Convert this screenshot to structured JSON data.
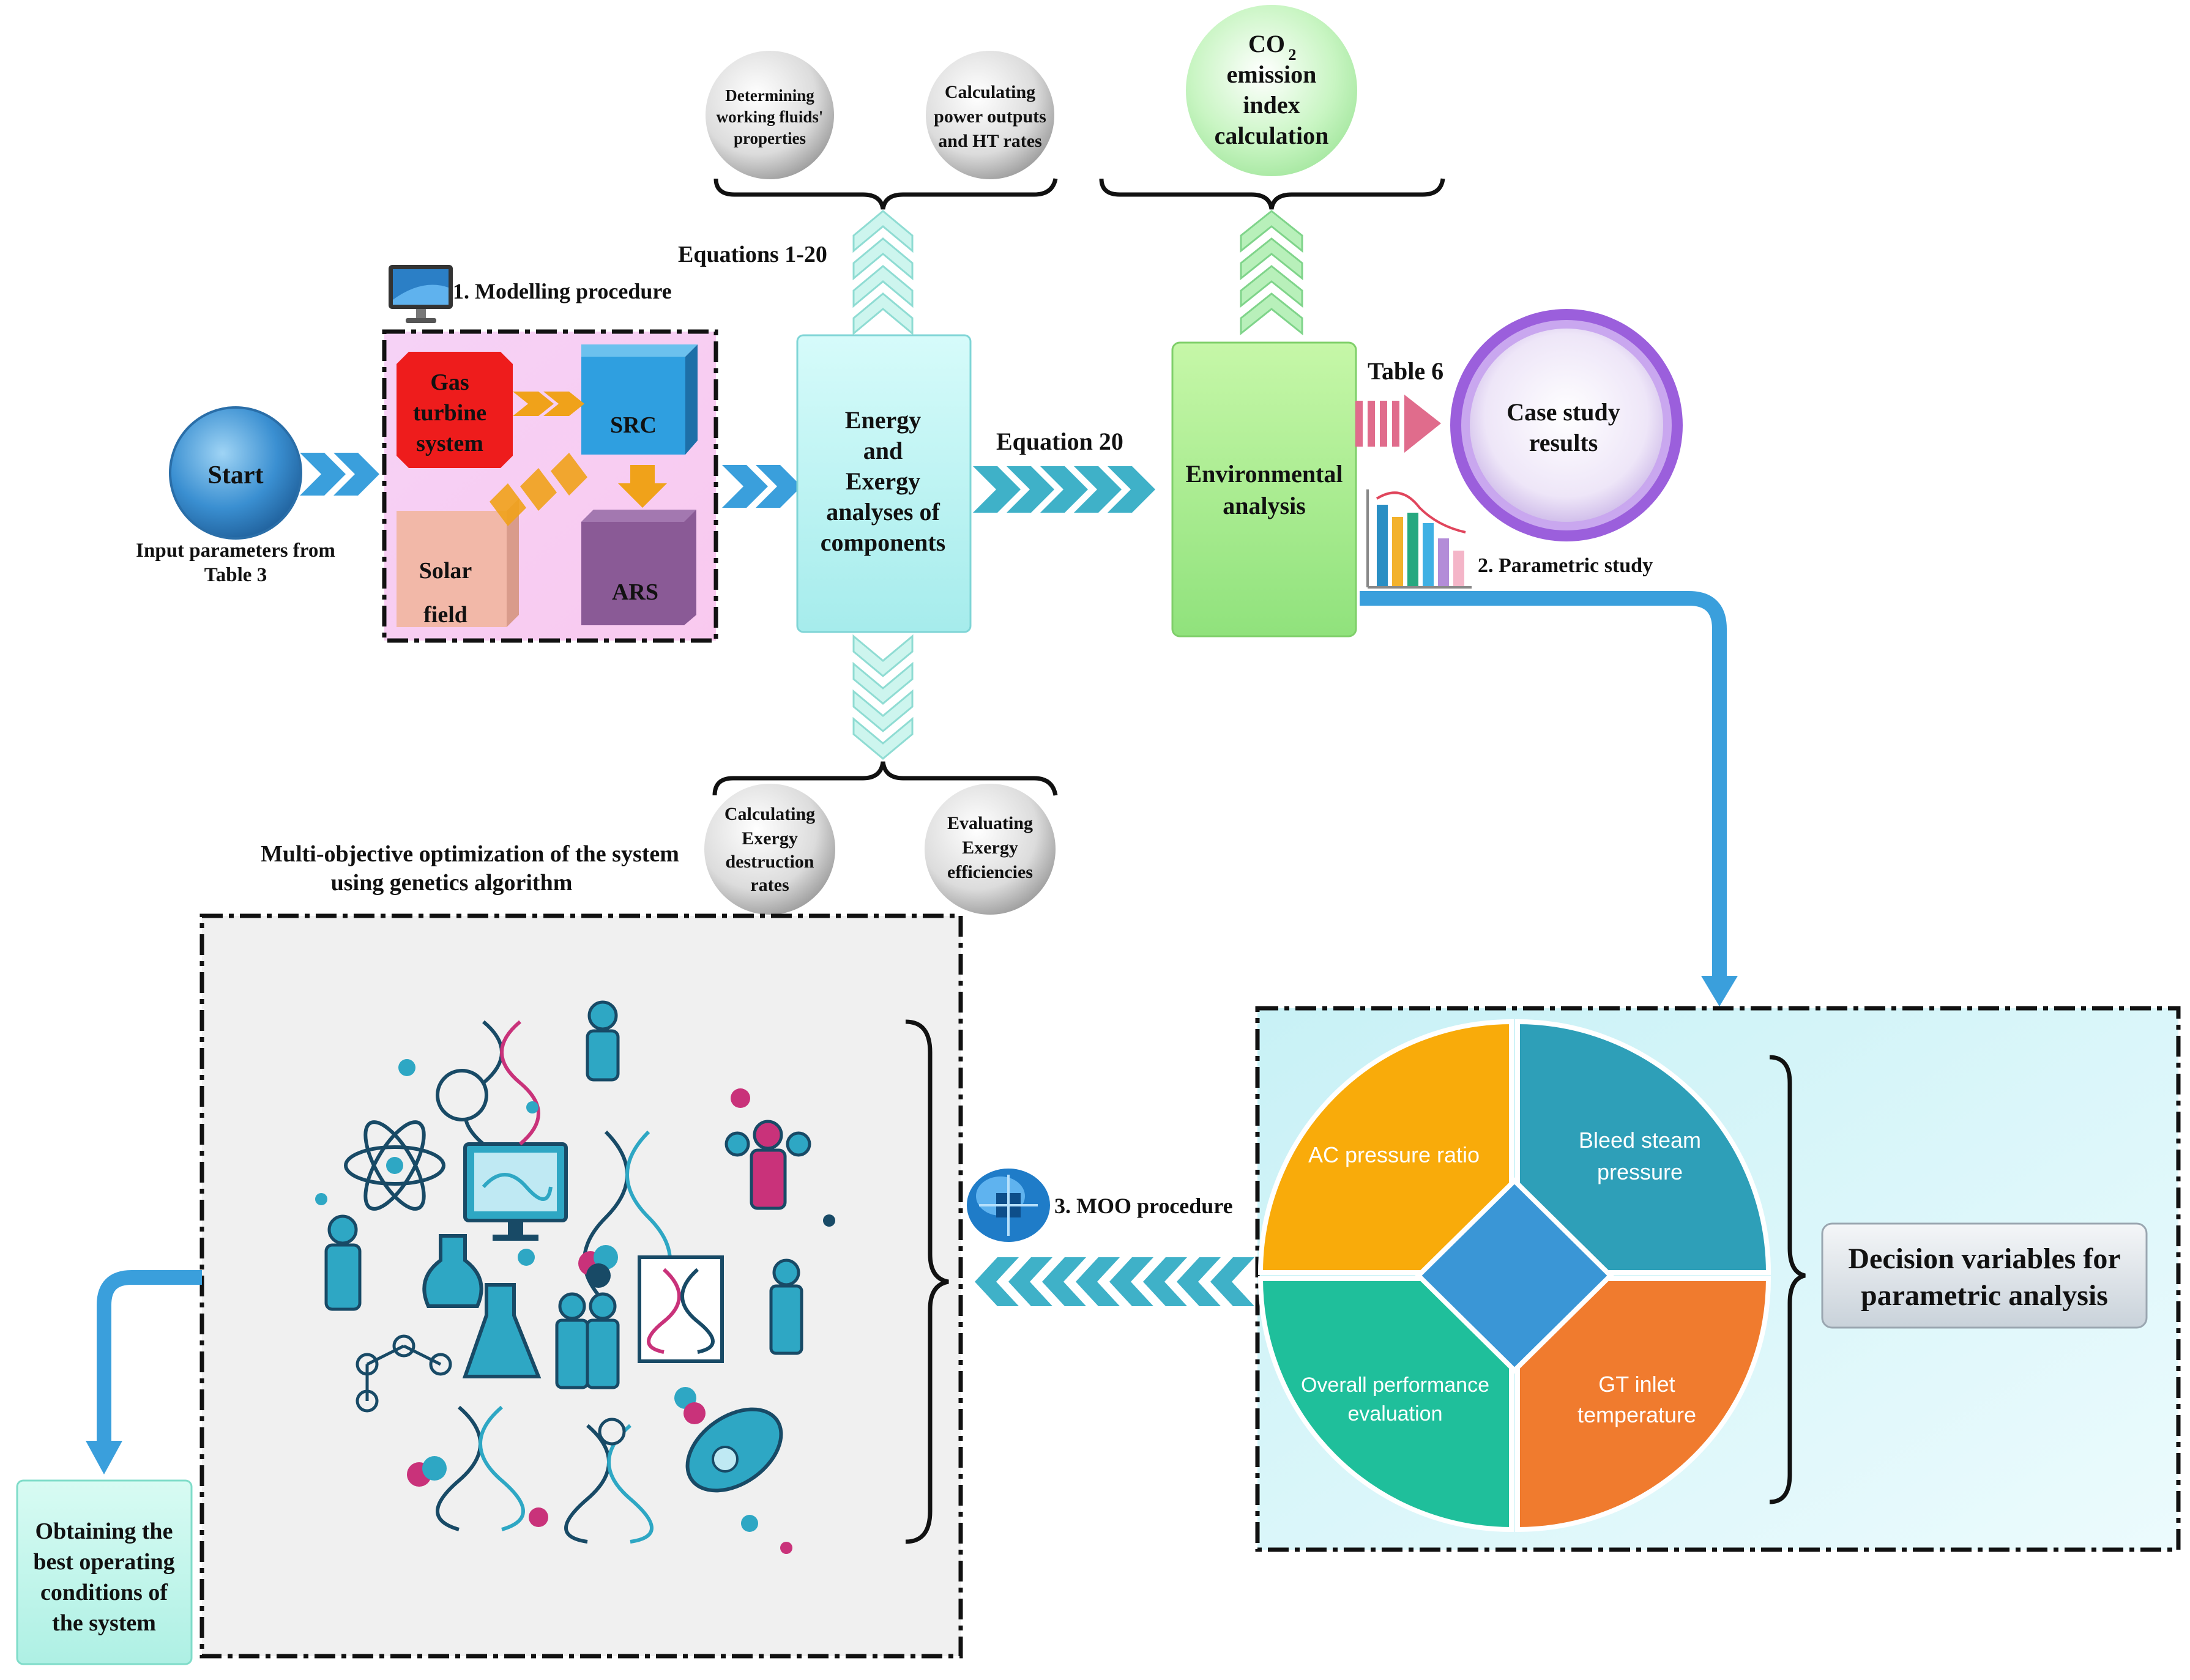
{
  "labels": {
    "start": "Start",
    "input_params_line1": "Input parameters from",
    "input_params_line2": "Table 3",
    "modelling": "1. Modelling procedure",
    "gas_turbine_line1": "Gas",
    "gas_turbine_line2": "turbine",
    "gas_turbine_line3": "system",
    "src": "SRC",
    "solar_line1": "Solar",
    "solar_line2": "field",
    "ars": "ARS",
    "equations_1_20": "Equations 1-20",
    "energy_line1": "Energy",
    "energy_line2": "and",
    "energy_line3": "Exergy",
    "energy_line4": "analyses of",
    "energy_line5": "components",
    "equation_20": "Equation 20",
    "env_line1": "Environmental",
    "env_line2": "analysis",
    "table6": "Table 6",
    "case_line1": "Case study",
    "case_line2": "results",
    "parametric": "2. Parametric study",
    "det_line1": "Determining",
    "det_line2": "working fluids'",
    "det_line3": "properties",
    "calc_power_line1": "Calculating",
    "calc_power_line2": "power outputs",
    "calc_power_line3": "and HT rates",
    "co2_line1": "CO",
    "co2_sub": "2",
    "co2_line2": "emission",
    "co2_line3": "index",
    "co2_line4": "calculation",
    "calc_ex_line1": "Calculating",
    "calc_ex_line2": "Exergy",
    "calc_ex_line3": "destruction",
    "calc_ex_line4": "rates",
    "eval_line1": "Evaluating",
    "eval_line2": "Exergy",
    "eval_line3": "efficiencies",
    "moo_title_line1": "Multi-objective optimization of the system",
    "moo_title_line2": "using genetics algorithm",
    "moo_procedure": "3. MOO procedure",
    "ac_pressure": "AC pressure ratio",
    "bleed_line1": "Bleed steam",
    "bleed_line2": "pressure",
    "overall_line1": "Overall performance",
    "overall_line2": "evaluation",
    "gt_line1": "GT inlet",
    "gt_line2": "temperature",
    "decision_line1": "Decision variables for",
    "decision_line2": "parametric analysis",
    "best_line1": "Obtaining the",
    "best_line2": "best operating",
    "best_line3": "conditions of",
    "best_line4": "the system"
  },
  "colors": {
    "gas_turbine": "#ee1c1c",
    "src": "#2f9fe0",
    "solar": "#f2b8a8",
    "ars": "#8a5a96",
    "energy_box": "#b8f3f2",
    "env_box": "#a6ef8c",
    "chevron_blue": "#3a9fdc",
    "chevron_teal": "#3fb1c8",
    "arrow_orange": "#f0a21a",
    "pie_orange": "#f9ab0a",
    "pie_teal": "#2e9fb8",
    "pie_green": "#1fbf9b",
    "pie_red": "#f07b2e",
    "center_diamond": "#3a96d6",
    "purple_ring": "#a36be0"
  },
  "icons": [
    "monitor-icon",
    "bar-chart-icon",
    "brain-chip-icon",
    "science-collage-icon"
  ]
}
